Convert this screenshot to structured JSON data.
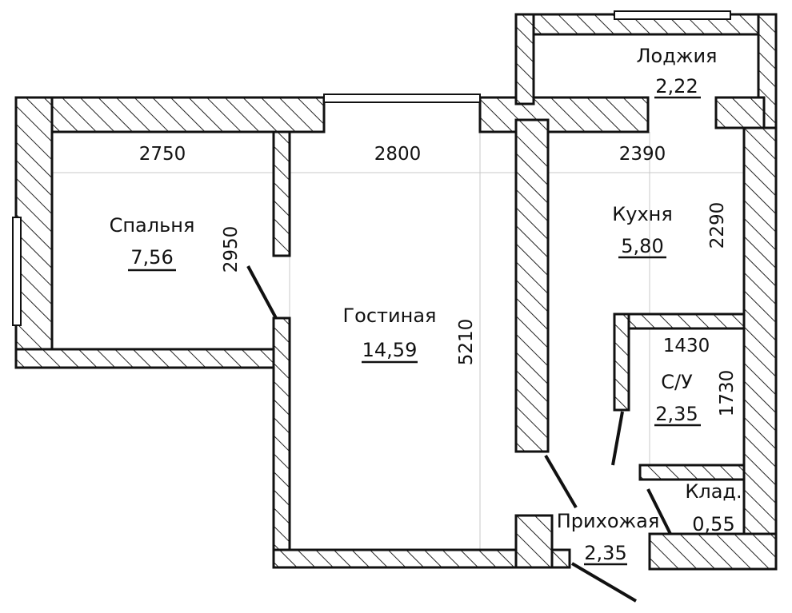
{
  "rooms": {
    "loggia": {
      "name": "Лоджия",
      "area": "2,22"
    },
    "bedroom": {
      "name": "Спальня",
      "area": "7,56"
    },
    "living": {
      "name": "Гостиная",
      "area": "14,59"
    },
    "kitchen": {
      "name": "Кухня",
      "area": "5,80"
    },
    "bathroom": {
      "name": "С/У",
      "area": "2,35"
    },
    "storage": {
      "name": "Клад.",
      "area": "0,55"
    },
    "hallway": {
      "name": "Прихожая",
      "area": "2,35"
    }
  },
  "dimensions": {
    "bedroom_width": "2750",
    "bedroom_depth": "2950",
    "living_width": "2800",
    "living_depth": "5210",
    "kitchen_width": "2390",
    "kitchen_depth": "2290",
    "bathroom_width": "1430",
    "bathroom_depth": "1730"
  }
}
